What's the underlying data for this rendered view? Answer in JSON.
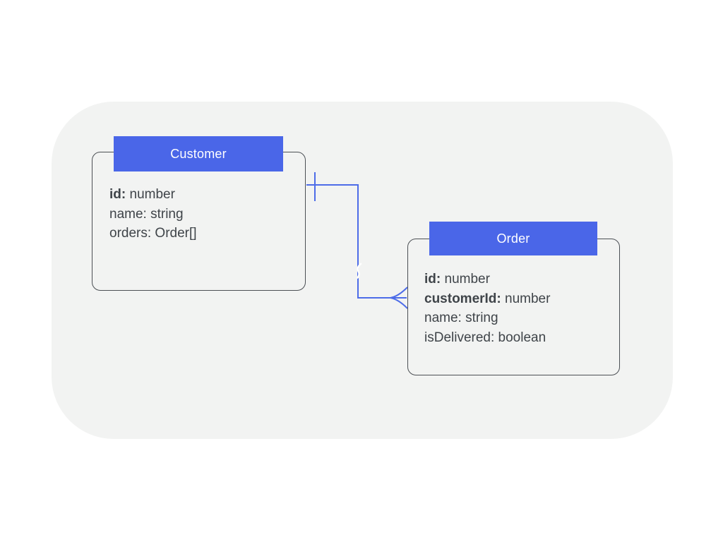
{
  "entities": [
    {
      "name": "Customer",
      "fields": [
        {
          "name": "id",
          "type": "number"
        },
        {
          "name": "name",
          "type": "string"
        },
        {
          "name": "orders",
          "type": "Order[]"
        }
      ]
    },
    {
      "name": "Order",
      "fields": [
        {
          "name": "id",
          "type": "number"
        },
        {
          "name": "customerId",
          "type": "number"
        },
        {
          "name": "name",
          "type": "string"
        },
        {
          "name": "isDelivered",
          "type": "boolean"
        }
      ]
    }
  ],
  "relationship": {
    "from": "Customer",
    "to": "Order",
    "cardinality": "one-to-many",
    "from_marker": "one-tick",
    "to_marker": "crow-foot-many"
  },
  "colors": {
    "header_blue": "#4a66e8",
    "connector_blue": "#4d6ce8",
    "panel_gray": "#f2f3f2",
    "box_border_gray": "#4b4f54",
    "field_text_gray": "#3f4449",
    "page_background": "#ffffff"
  }
}
